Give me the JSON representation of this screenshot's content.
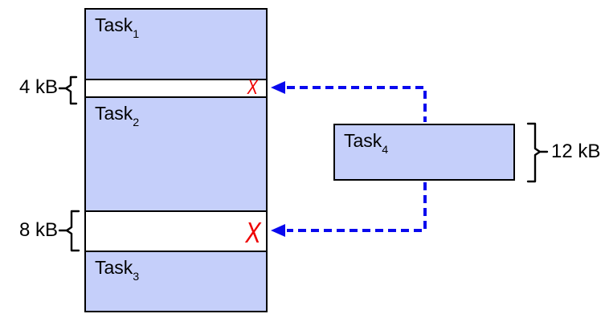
{
  "memory": {
    "blocks": [
      {
        "label": "Task",
        "subscript": "1"
      },
      {
        "label": "Task",
        "subscript": "2"
      },
      {
        "label": "Task",
        "subscript": "3"
      }
    ],
    "gaps": [
      {
        "size": "4 kB",
        "mark": "X"
      },
      {
        "size": "8 kB",
        "mark": "X"
      }
    ]
  },
  "incoming_task": {
    "label": "Task",
    "subscript": "4",
    "size": "12 kB"
  },
  "colors": {
    "block_fill": "#c5cffa",
    "block_border": "#000000",
    "arrow_blue": "#0909ee",
    "reject_red": "#ee0000",
    "label_text": "#000000"
  }
}
